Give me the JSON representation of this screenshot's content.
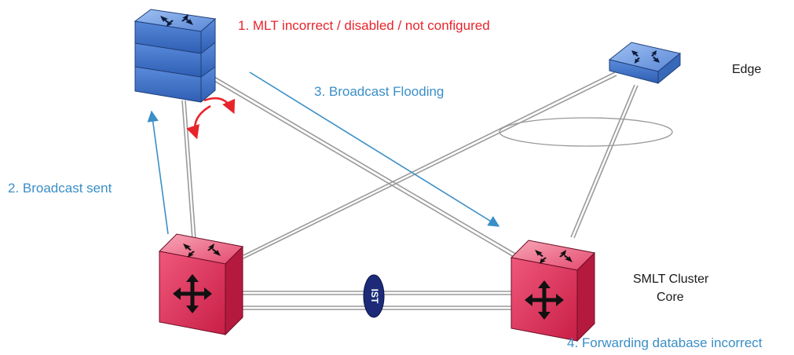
{
  "labels": {
    "step1": "1. MLT incorrect / disabled / not configured",
    "step2": "2. Broadcast sent",
    "step3": "3. Broadcast Flooding",
    "step4": "4. Forwarding database incorrect",
    "edge": "Edge",
    "cluster_line1": "SMLT Cluster",
    "cluster_line2": "Core",
    "ist": "IST"
  },
  "colors": {
    "label_red": "#e8242b",
    "label_blue": "#3a8fc7",
    "switch_blue": "#4f7fd0",
    "switch_red": "#e2385e",
    "ist_badge": "#1c2a78",
    "link_gray": "#9a9a9a"
  },
  "icons": {
    "stacked_switch": "blue-stacked-switch-icon",
    "edge_switch": "blue-edge-switch-icon",
    "core_switch": "red-core-switch-icon"
  }
}
